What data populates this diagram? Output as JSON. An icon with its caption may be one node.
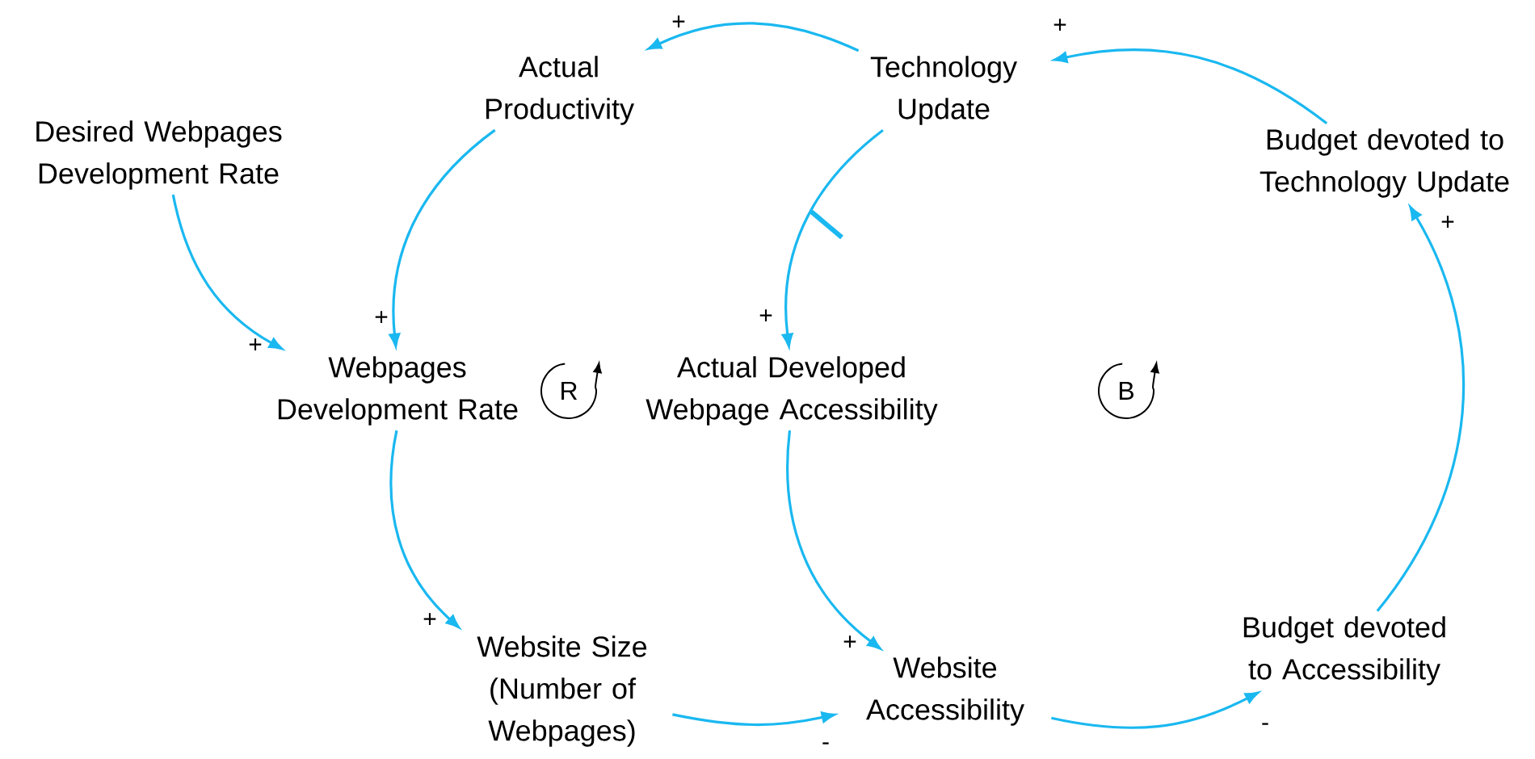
{
  "diagram": {
    "nodes": [
      {
        "text": [
          "Desired Webpages Development Rate"
        ]
      },
      {
        "text": [
          "Actual Productivity"
        ]
      },
      {
        "text": [
          "Technology Update"
        ]
      },
      {
        "text": [
          "Budget devoted to Technology Update"
        ]
      },
      {
        "text": [
          "Webpages Development Rate"
        ]
      },
      {
        "text": [
          "Actual Developed Webpage Accessibility"
        ]
      },
      {
        "text": [
          "Website Size (Number of Webpages)"
        ]
      },
      {
        "text": [
          "Website Accessibility"
        ]
      },
      {
        "text": [
          "Budget devoted to Accessibility"
        ]
      }
    ],
    "edges": [
      {
        "from": 0,
        "to": 4,
        "arrow": "to",
        "label": "+"
      },
      {
        "from": 1,
        "to": 4,
        "arrow": "to",
        "label": "+"
      },
      {
        "from": 2,
        "to": 1,
        "arrow": "to",
        "label": "+"
      },
      {
        "from": 2,
        "to": 5,
        "arrow": "to",
        "label": "+"
      },
      {
        "from": 3,
        "to": 2,
        "arrow": "to",
        "label": "+"
      },
      {
        "from": 4,
        "to": 6,
        "arrow": "to",
        "label": "+"
      },
      {
        "from": 5,
        "to": 7,
        "arrow": "to",
        "label": "+"
      },
      {
        "from": 6,
        "to": 7,
        "arrow": "to",
        "label": "-"
      },
      {
        "from": 7,
        "to": 8,
        "arrow": "to",
        "label": "-"
      },
      {
        "from": 8,
        "to": 3,
        "arrow": "to",
        "label": "+"
      }
    ],
    "labels": [
      "R",
      "B"
    ]
  }
}
